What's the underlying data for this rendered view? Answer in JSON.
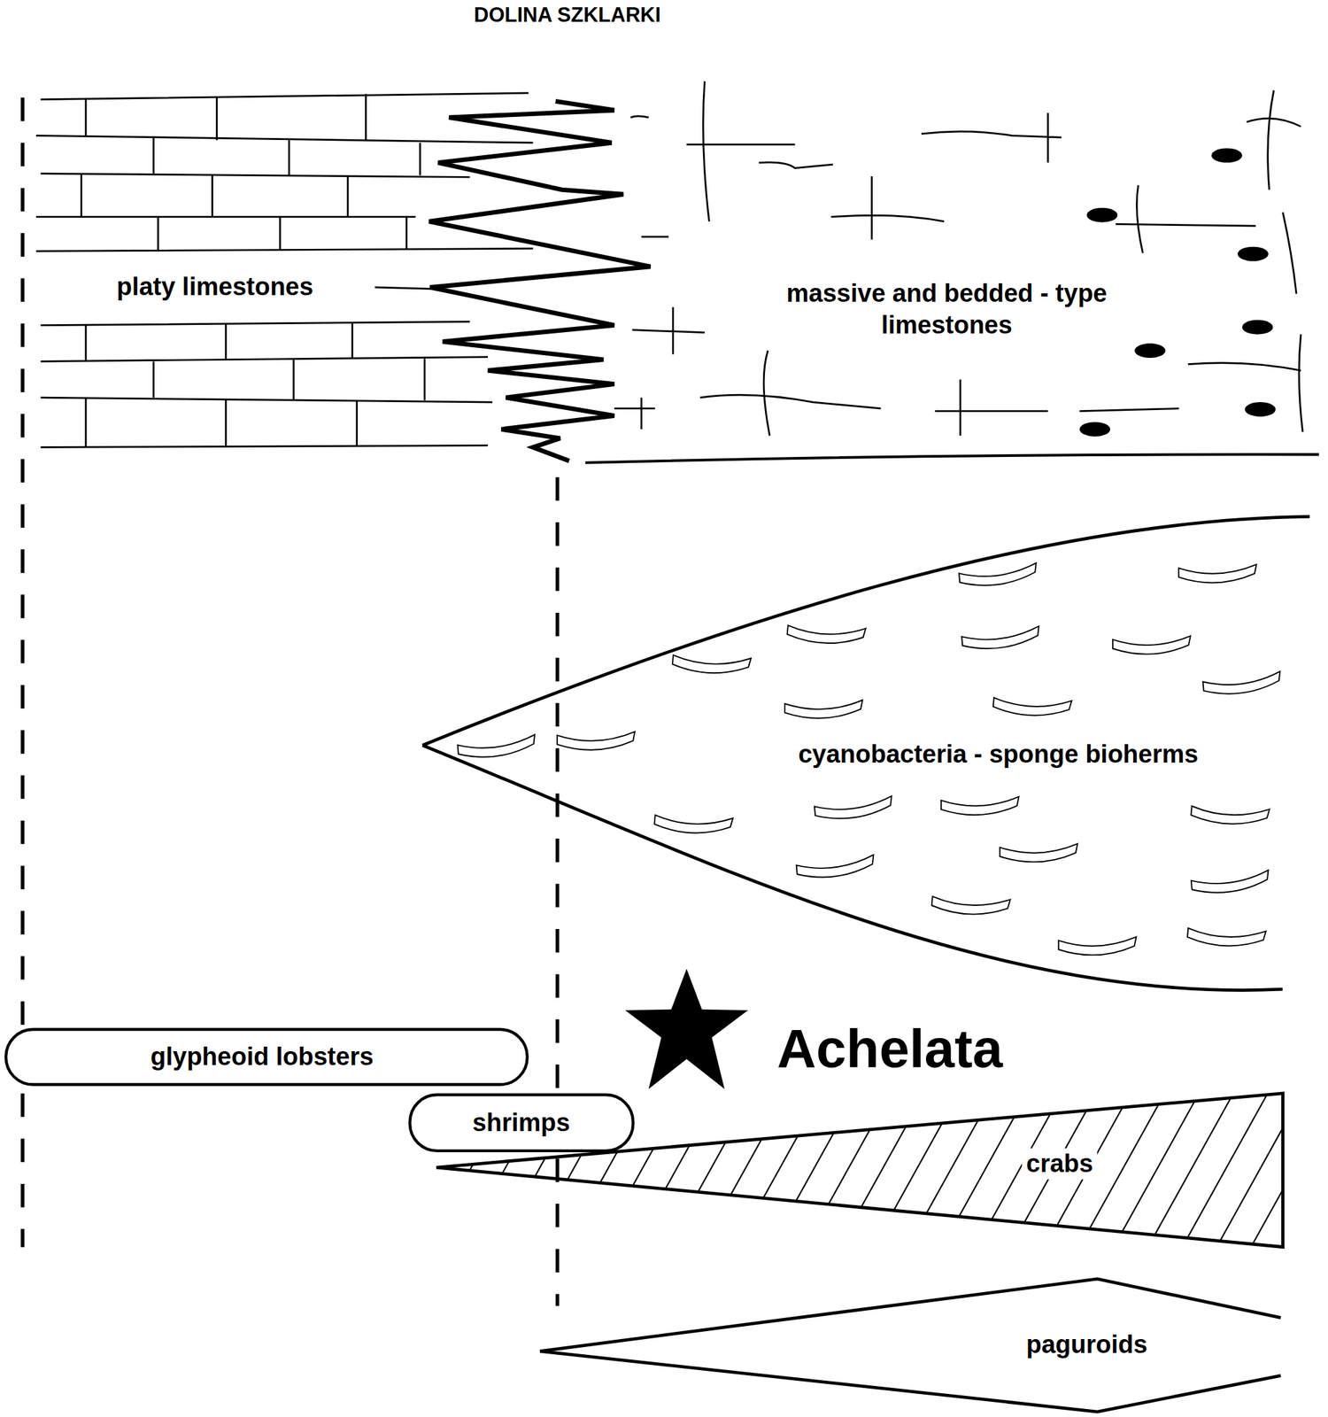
{
  "diagram": {
    "title": "DOLINA SZKLARKI",
    "nodes": [
      {
        "text": [
          "cyanobacteria - sponge bioherms"
        ]
      },
      {
        "text": [
          "glypheoid lobsters"
        ]
      },
      {
        "text": [
          "shrimps"
        ]
      },
      {
        "text": [
          "crabs"
        ]
      },
      {
        "text": [
          "paguroids"
        ]
      }
    ],
    "labels": [
      "platy limestones",
      "massive and bedded - type limestones",
      "Achelata"
    ]
  }
}
